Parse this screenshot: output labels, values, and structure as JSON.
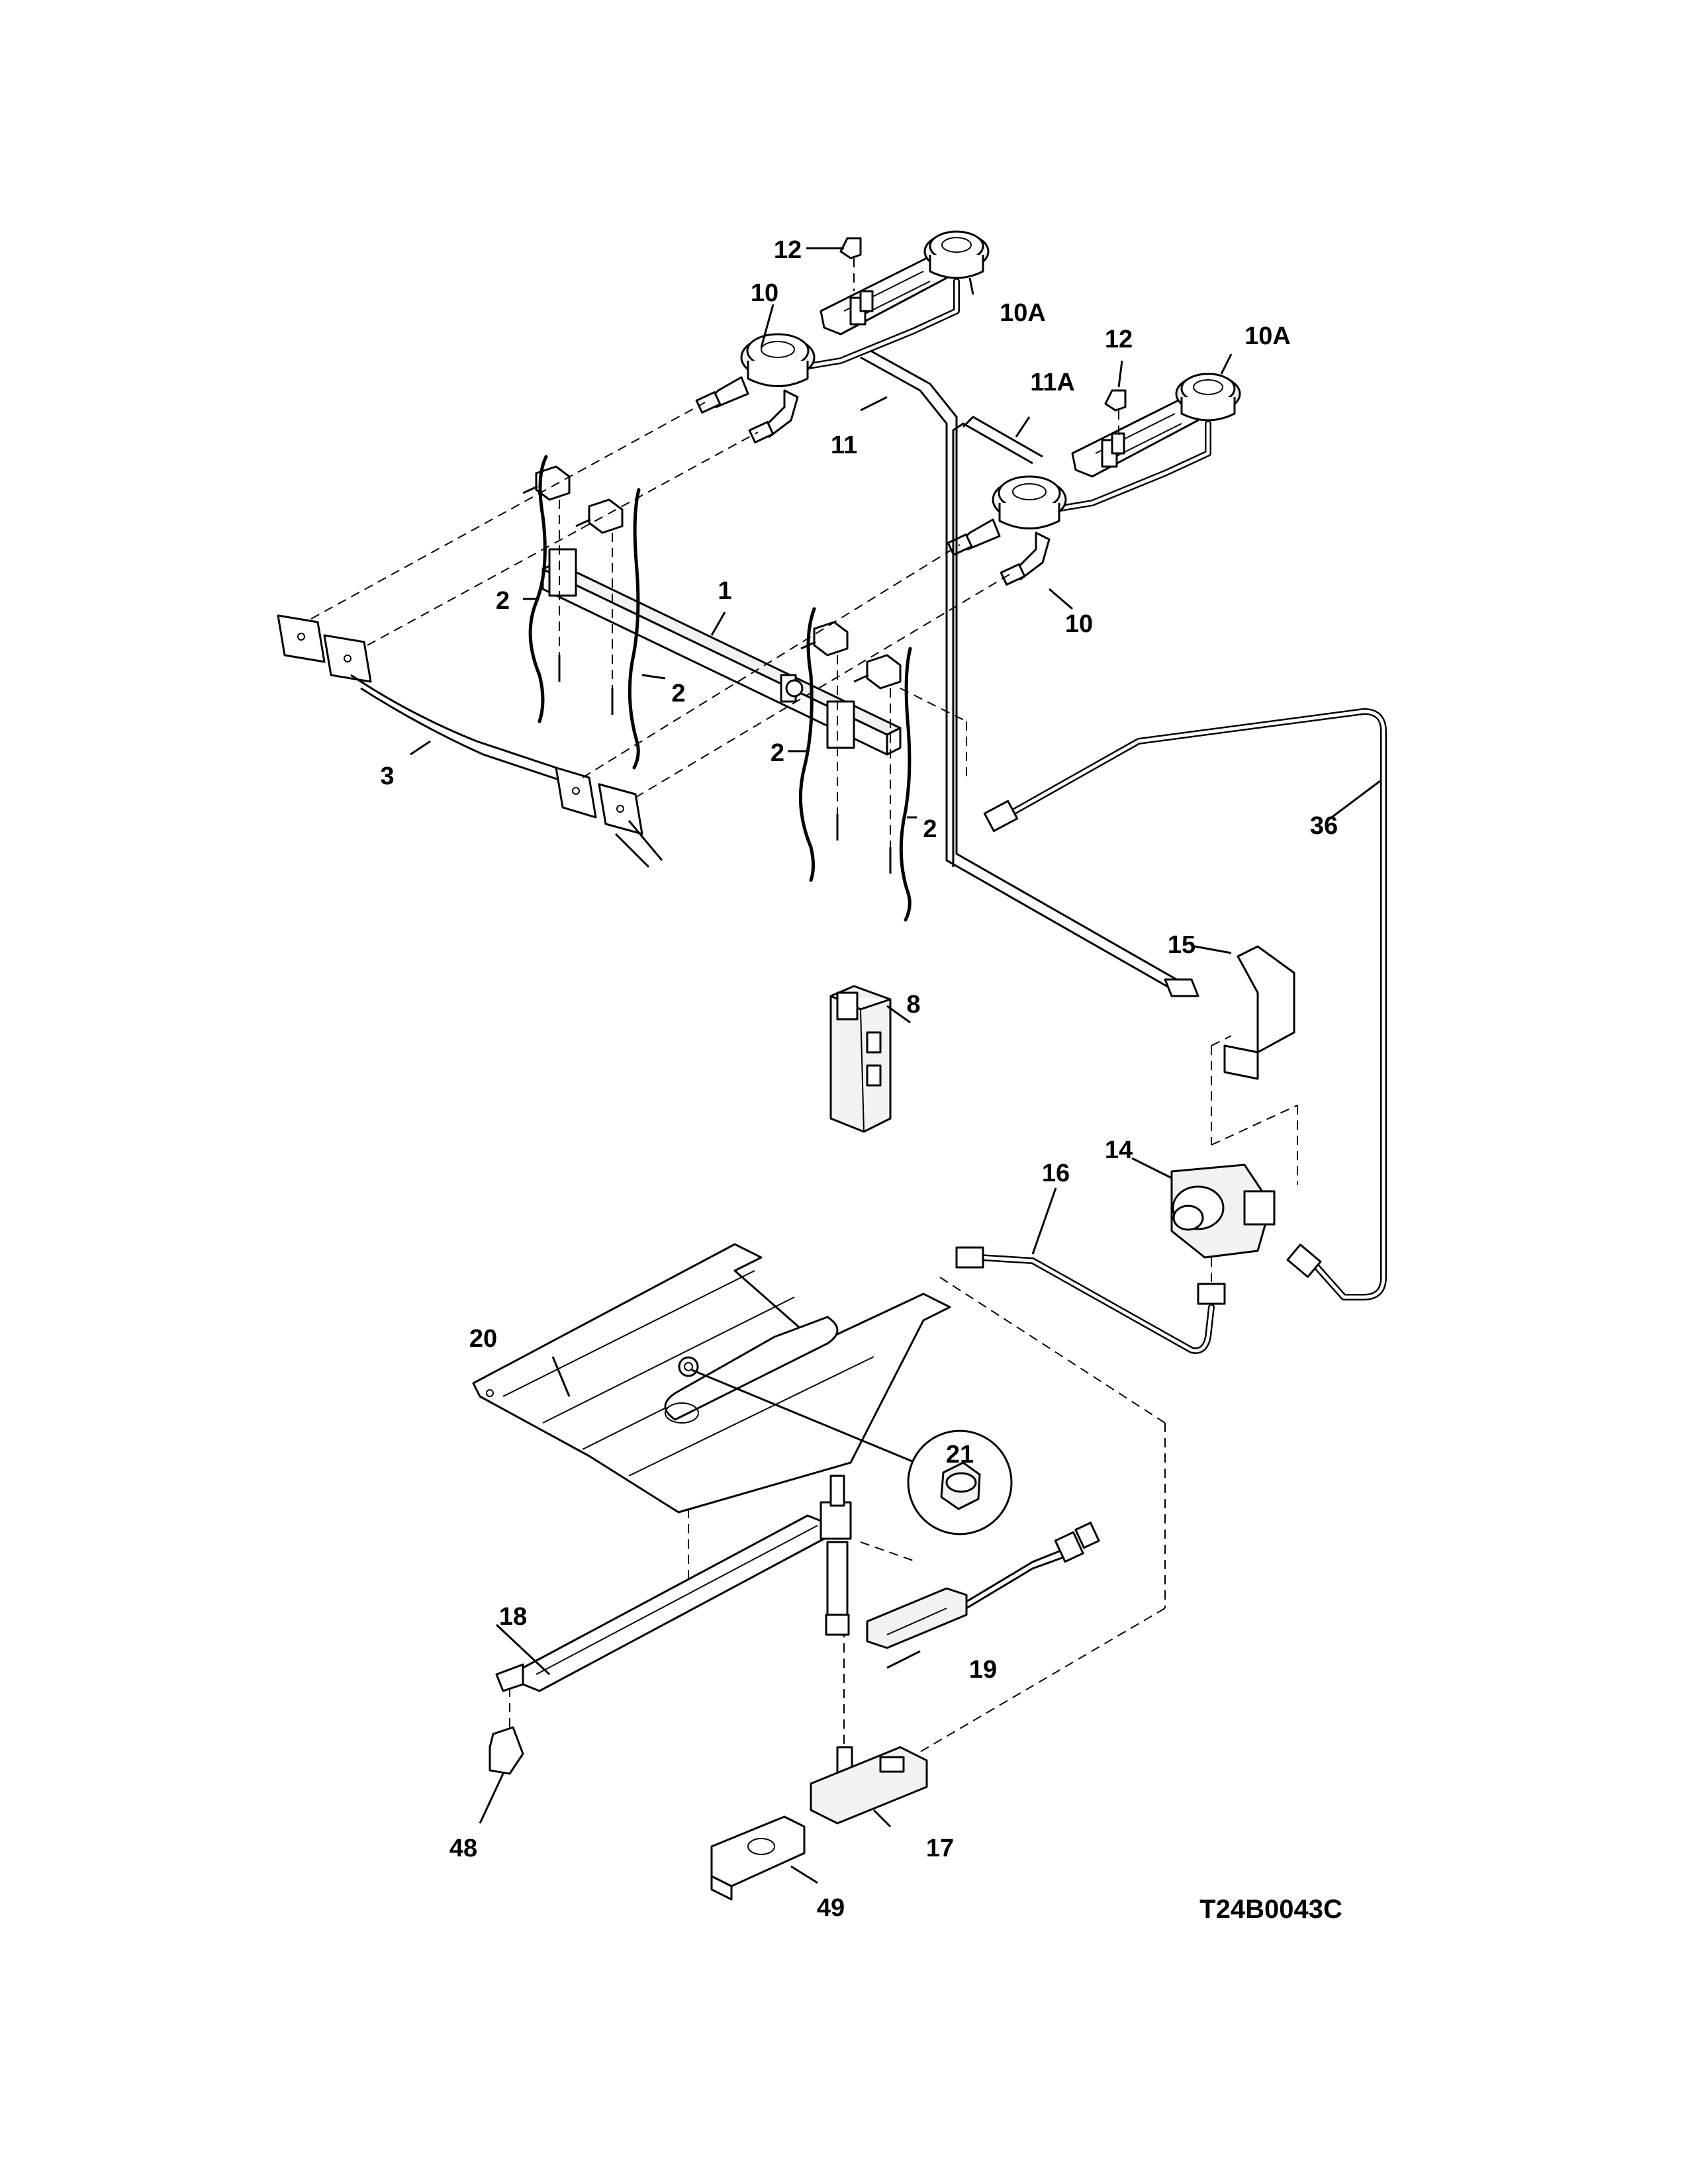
{
  "callouts": {
    "c1": "1",
    "c2a": "2",
    "c2b": "2",
    "c2c": "2",
    "c2d": "2",
    "c3": "3",
    "c8": "8",
    "c10a": "10",
    "c10b": "10",
    "c10Aa": "10A",
    "c10Ab": "10A",
    "c11": "11",
    "c11A": "11A",
    "c12a": "12",
    "c12b": "12",
    "c14": "14",
    "c15": "15",
    "c16": "16",
    "c17": "17",
    "c18": "18",
    "c19": "19",
    "c20": "20",
    "c21": "21",
    "c36": "36",
    "c48": "48",
    "c49": "49"
  },
  "diagram_code": "T24B0043C"
}
